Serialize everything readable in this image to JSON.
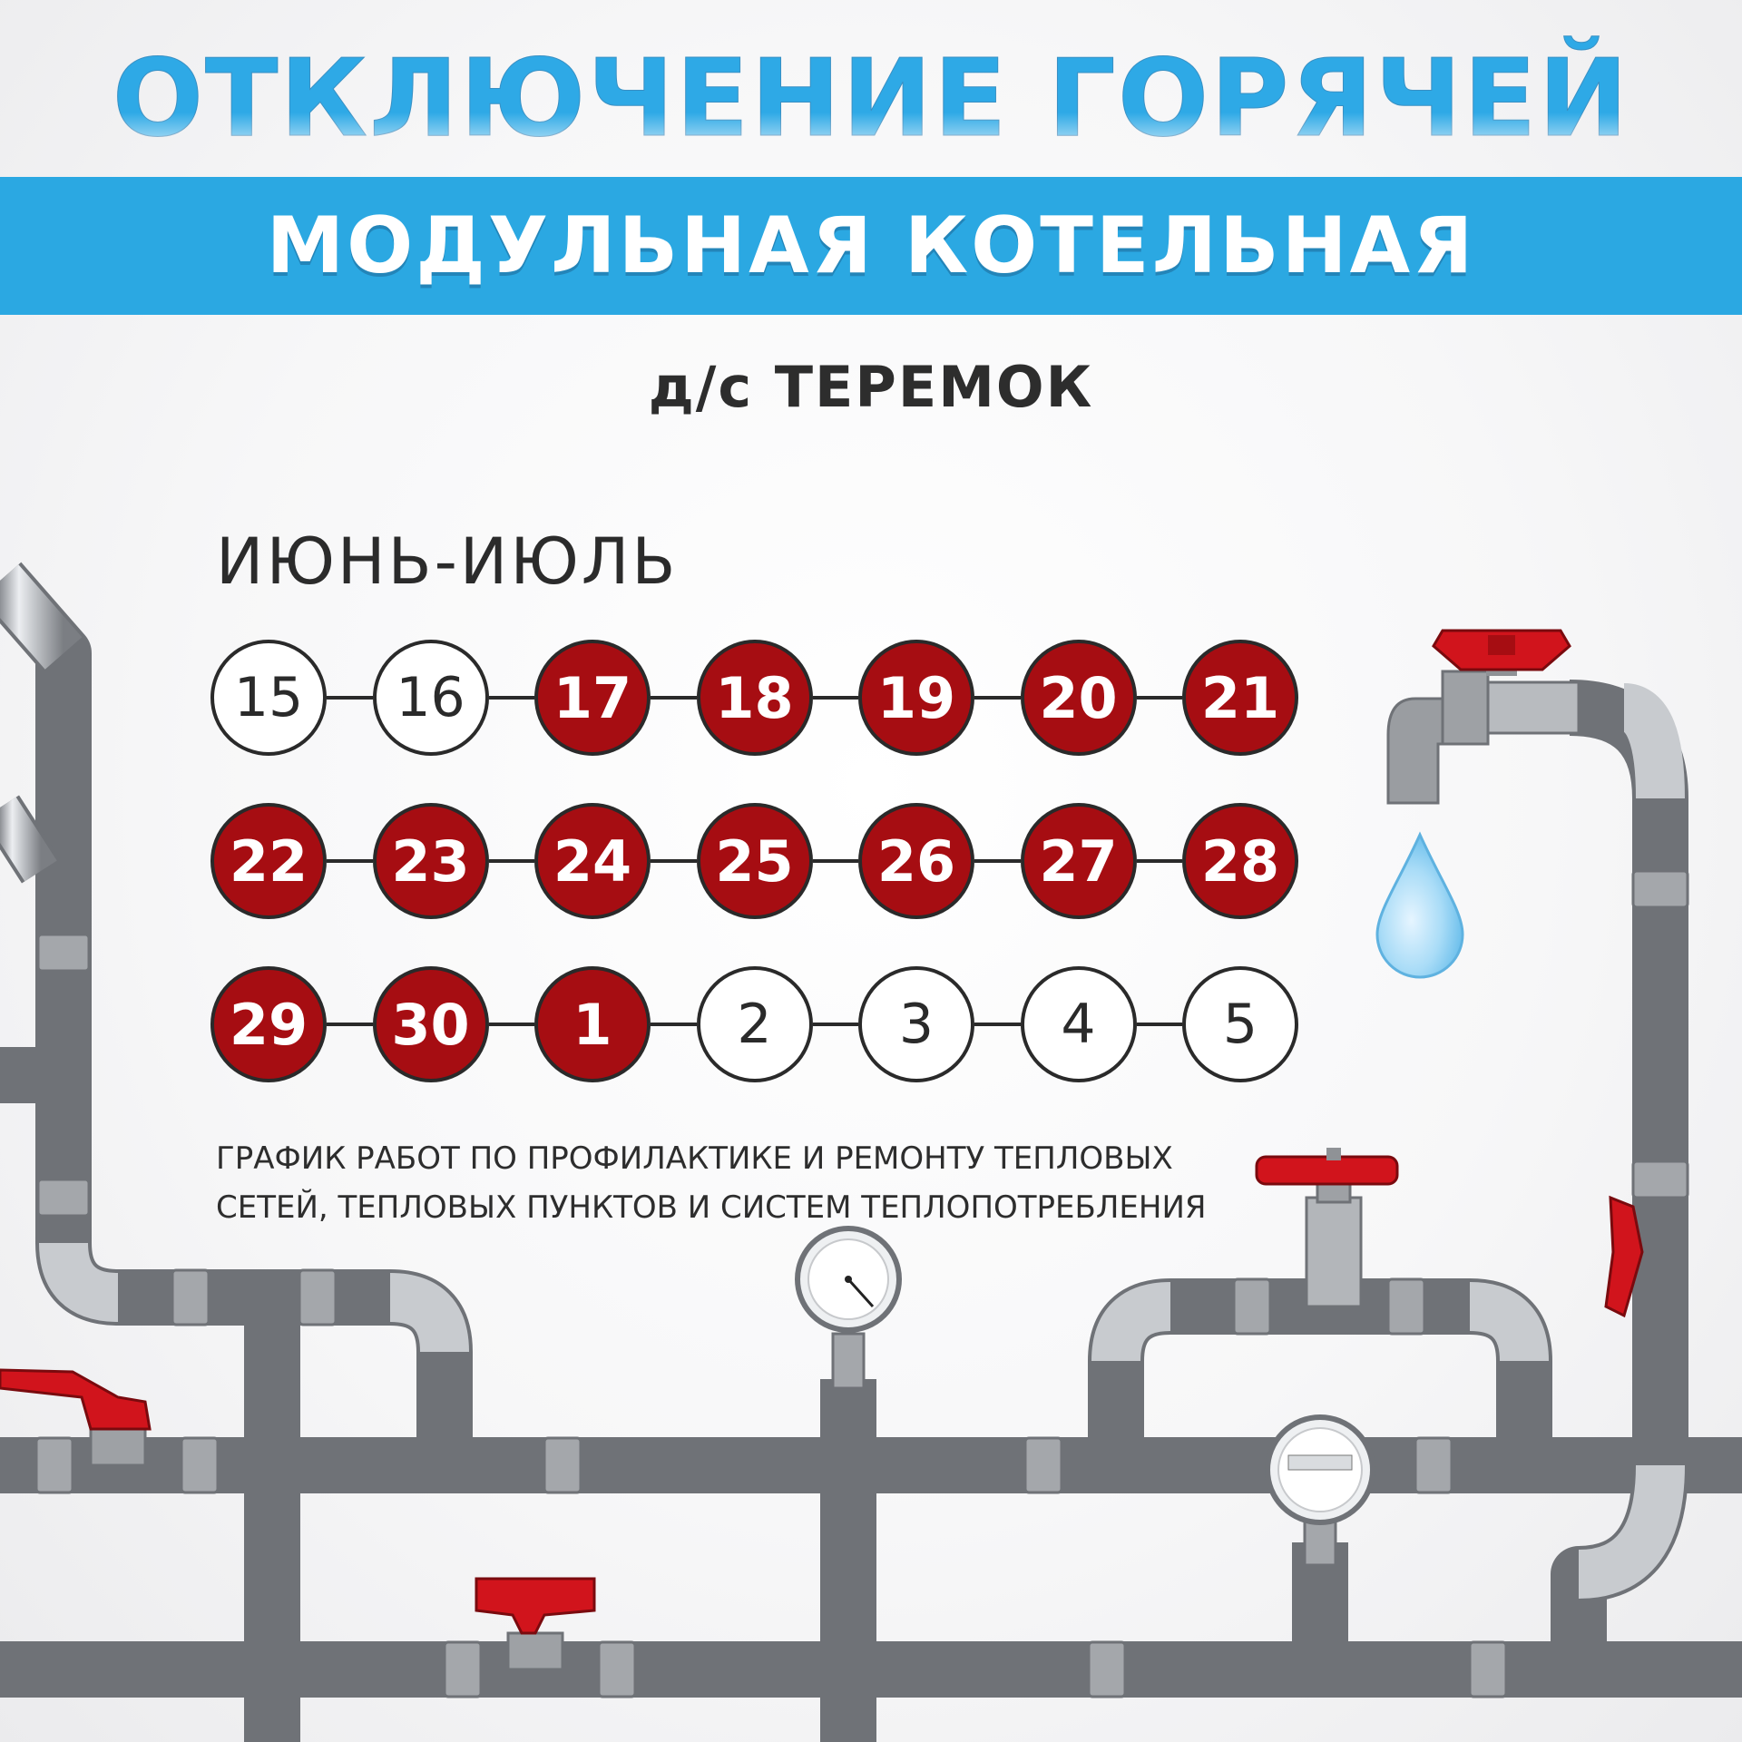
{
  "header": {
    "title": "ОТКЛЮЧЕНИЕ ГОРЯЧЕЙ ВОДЫ",
    "band_text": "МОДУЛЬНАЯ КОТЕЛЬНАЯ",
    "subtitle": "д/с ТЕРЕМОК"
  },
  "calendar": {
    "period": "ИЮНЬ-ИЮЛЬ",
    "rows": [
      [
        {
          "day": "15",
          "off": false
        },
        {
          "day": "16",
          "off": false
        },
        {
          "day": "17",
          "off": true
        },
        {
          "day": "18",
          "off": true
        },
        {
          "day": "19",
          "off": true
        },
        {
          "day": "20",
          "off": true
        },
        {
          "day": "21",
          "off": true
        }
      ],
      [
        {
          "day": "22",
          "off": true
        },
        {
          "day": "23",
          "off": true
        },
        {
          "day": "24",
          "off": true
        },
        {
          "day": "25",
          "off": true
        },
        {
          "day": "26",
          "off": true
        },
        {
          "day": "27",
          "off": true
        },
        {
          "day": "28",
          "off": true
        }
      ],
      [
        {
          "day": "29",
          "off": true
        },
        {
          "day": "30",
          "off": true
        },
        {
          "day": "1",
          "off": true
        },
        {
          "day": "2",
          "off": false
        },
        {
          "day": "3",
          "off": false
        },
        {
          "day": "4",
          "off": false
        },
        {
          "day": "5",
          "off": false
        }
      ]
    ]
  },
  "note": {
    "line1": "ГРАФИК РАБОТ ПО ПРОФИЛАКТИКЕ И РЕМОНТУ ТЕПЛОВЫХ",
    "line2": "СЕТЕЙ, ТЕПЛОВЫХ ПУНКТОВ И СИСТЕМ ТЕПЛОПОТРЕБЛЕНИЯ"
  },
  "colors": {
    "accent_blue": "#2ba8e2",
    "off_day_red": "#a60d12",
    "valve_red": "#d1141c",
    "pipe_grey": "#b3b6ba"
  },
  "icons": [
    "pipe-network",
    "faucet-icon",
    "water-drop-icon",
    "pressure-gauge-icon",
    "water-meter-icon",
    "valve-handle-icon"
  ]
}
